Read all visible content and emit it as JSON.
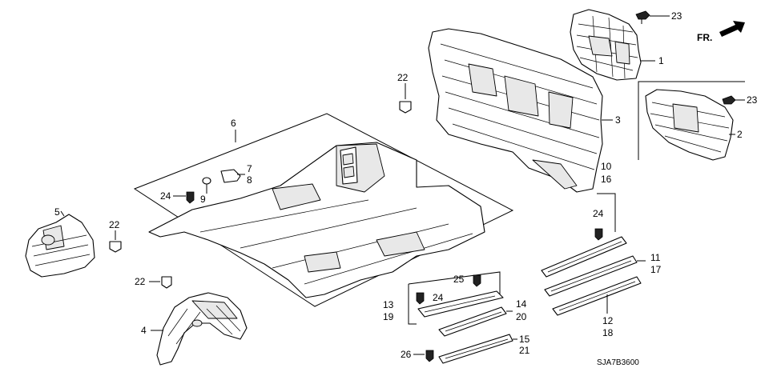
{
  "diagram": {
    "direction_label": "FR.",
    "diagram_code": "SJA7B3600",
    "callouts": {
      "c1": "1",
      "c2": "2",
      "c3": "3",
      "c4": "4",
      "c5": "5",
      "c6": "6",
      "c7": "7",
      "c8": "8",
      "c9": "9",
      "c10": "10",
      "c11": "11",
      "c12": "12",
      "c13": "13",
      "c14": "14",
      "c15": "15",
      "c16": "16",
      "c17": "17",
      "c18": "18",
      "c19": "19",
      "c20": "20",
      "c21": "21",
      "c22a": "22",
      "c22b": "22",
      "c22c": "22",
      "c23a": "23",
      "c23b": "23",
      "c24a": "24",
      "c24b": "24",
      "c24c": "24",
      "c25": "25",
      "c26": "26"
    }
  }
}
